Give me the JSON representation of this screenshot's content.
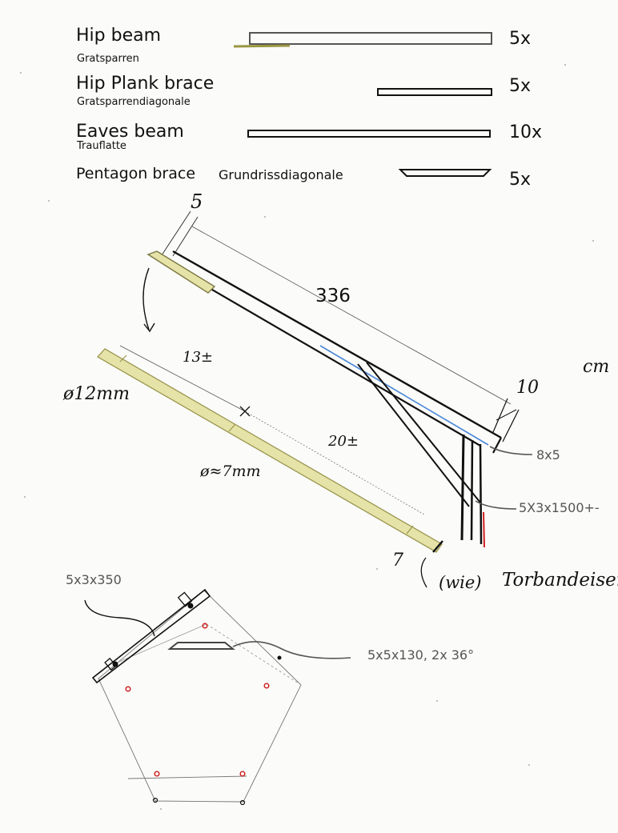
{
  "parts": [
    {
      "name": "Hip beam",
      "subtitle": "Gratsparren",
      "qty": "5x"
    },
    {
      "name": "Hip Plank brace",
      "subtitle": "Gratsparrendiagonale",
      "qty": "5x"
    },
    {
      "name": "Eaves beam",
      "subtitle": "Trauflatte",
      "qty": "10x"
    },
    {
      "name": "Pentagon brace",
      "subtitle": "Grundrissdiagonale",
      "qty": "5x"
    }
  ],
  "side_view": {
    "dim_5": "5",
    "dim_336": "336",
    "dim_10": "10",
    "unit": "cm",
    "dim_13": "13±",
    "dim_20": "20±",
    "dim_7": "7",
    "dia_12": "ø12mm",
    "dia_7": "ø≈7mm",
    "label_8x5": "8x5",
    "label_5x3x1500": "5X3x1500+-",
    "label_wie": "(wie)",
    "label_torband": "Torbandeisen"
  },
  "plan_view": {
    "label_5x3x350": "5x3x350",
    "label_5x5x130": "5x5x130, 2x 36°"
  },
  "colors": {
    "ink": "#111111",
    "bamboo": "#e6e3a8",
    "bamboo_dark": "#b9b56a",
    "accent_blue": "#4a88d8",
    "accent_red": "#d02020",
    "label_gray": "#555555"
  }
}
